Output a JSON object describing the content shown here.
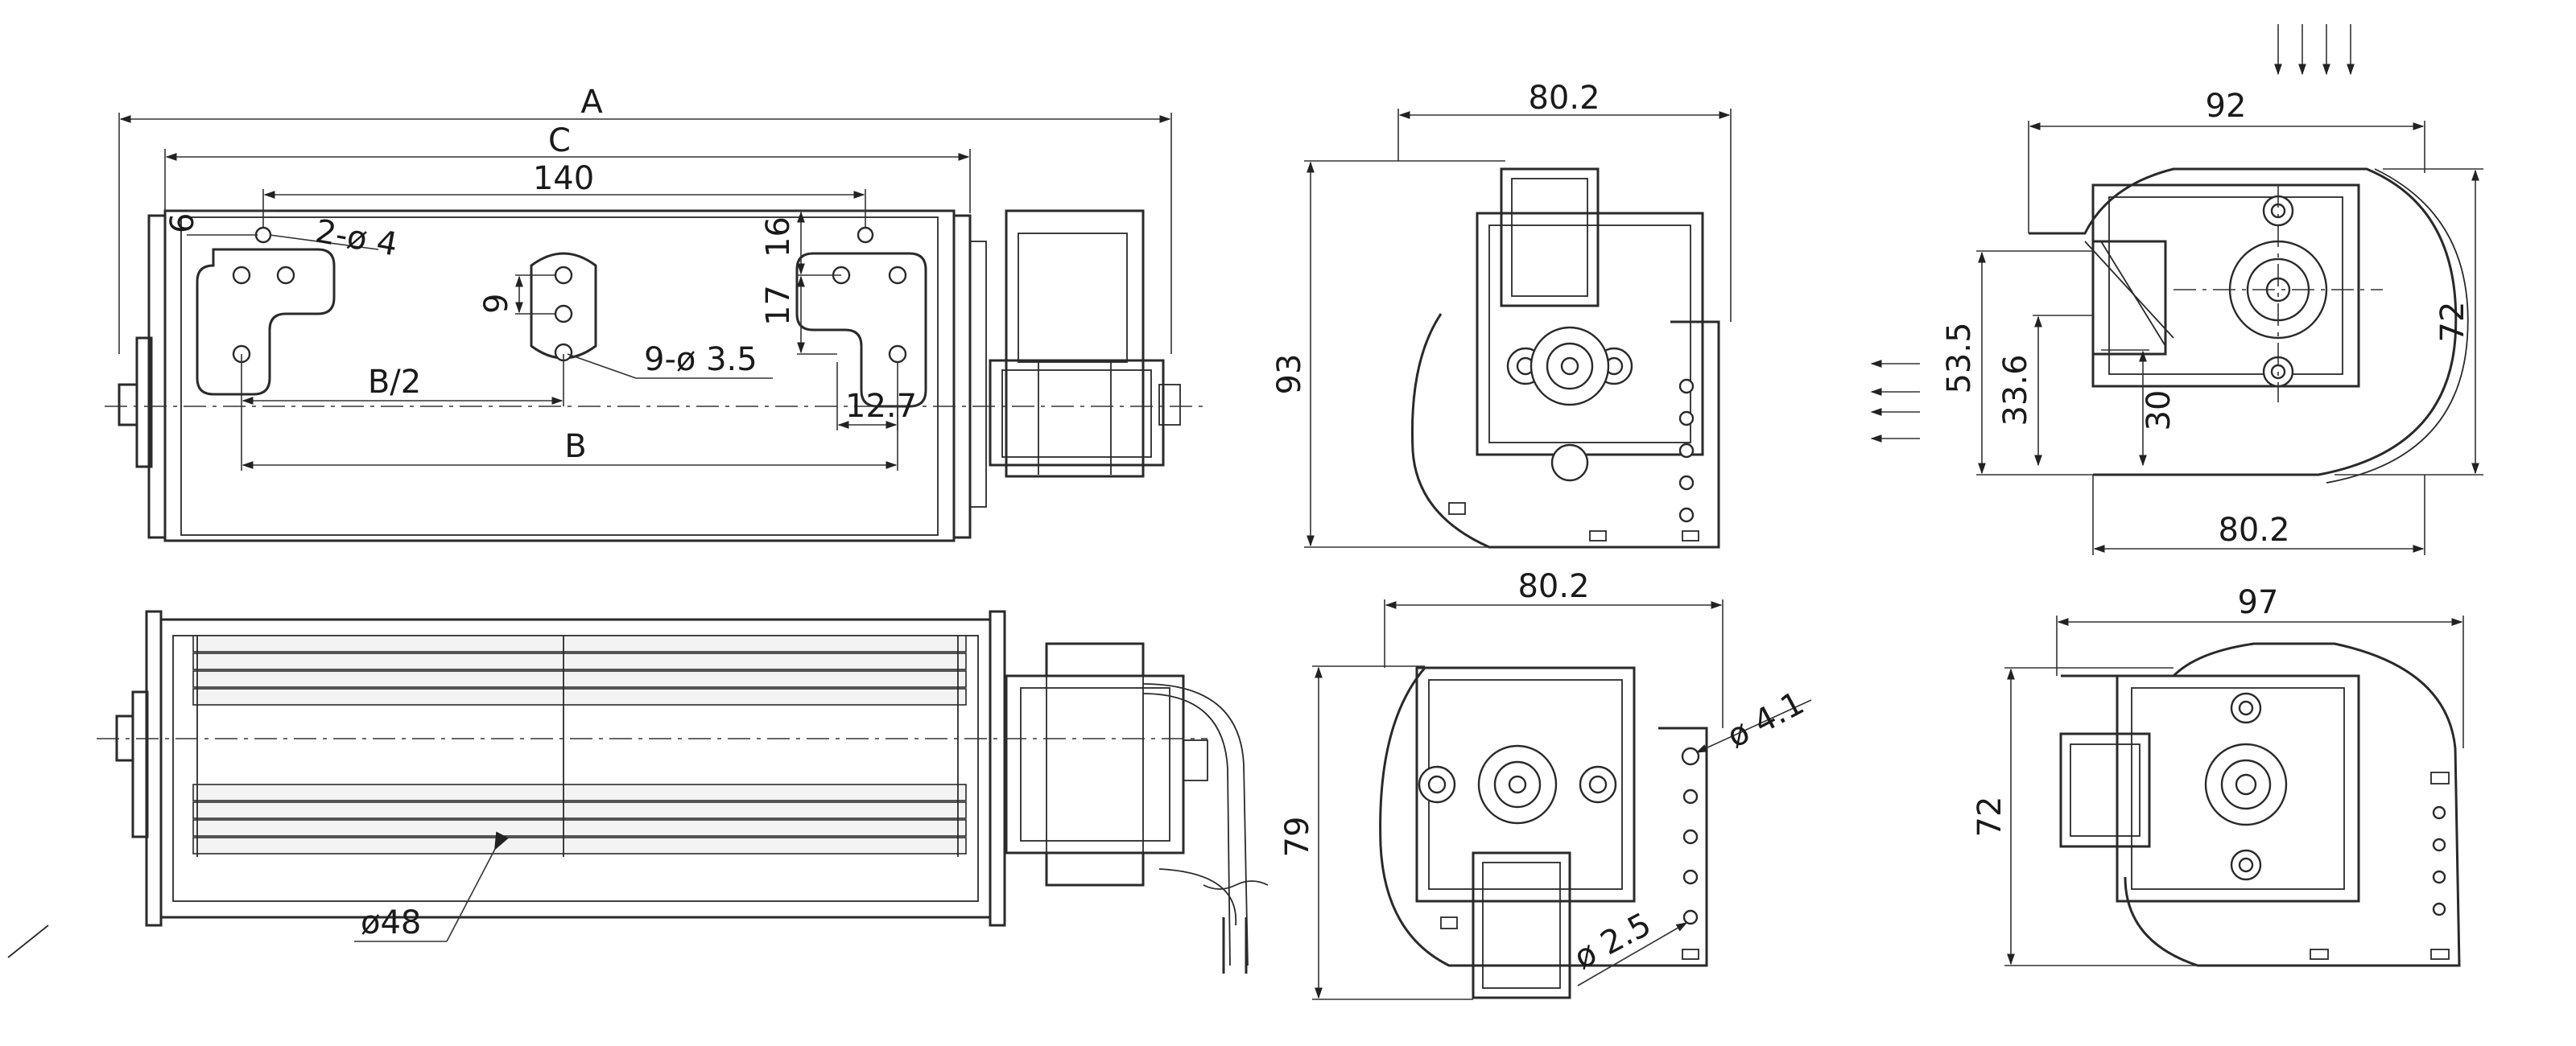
{
  "front_view": {
    "dim_A": "A",
    "dim_C": "C",
    "dim_140": "140",
    "dim_B_half": "B/2",
    "dim_B": "B",
    "dim_6": "6",
    "dim_16": "16",
    "dim_17": "17",
    "dim_9": "9",
    "dim_12_7": "12.7",
    "hole_2x4": "2-ø 4",
    "hole_9x3_5": "9-ø 3.5"
  },
  "top_view": {
    "dim_diameter_48": "ø48"
  },
  "side_view_top": {
    "width": "80.2",
    "height": "93"
  },
  "side_view_bottom": {
    "width": "80.2",
    "height": "79",
    "hole_4_1": "ø 4.1",
    "hole_2_5": "ø 2.5"
  },
  "airflow_view": {
    "width_top": "92",
    "height": "72",
    "dim_53_5": "53.5",
    "dim_33_6": "33.6",
    "dim_30": "30",
    "width_bottom": "80.2"
  },
  "rear_view": {
    "width": "97",
    "height": "72"
  }
}
